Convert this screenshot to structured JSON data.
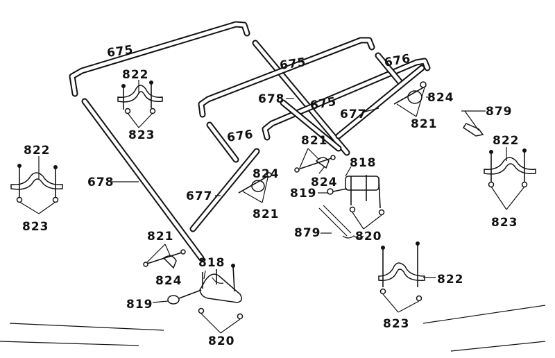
{
  "labels": {
    "l675a": "675",
    "l675b": "675",
    "l675c": "675",
    "l676a": "676",
    "l676b": "676",
    "l677a": "677",
    "l677b": "677",
    "l678a": "678",
    "l678b": "678",
    "l818a": "818",
    "l818b": "818",
    "l819a": "819",
    "l819b": "819",
    "l820a": "820",
    "l820b": "820",
    "l821a": "821",
    "l821b": "821",
    "l821c": "821",
    "l821d": "821",
    "l822a": "822",
    "l822b": "822",
    "l822c": "822",
    "l822d": "822",
    "l823a": "823",
    "l823b": "823",
    "l823c": "823",
    "l823d": "823",
    "l824a": "824",
    "l824b": "824",
    "l824c": "824",
    "l824d": "824",
    "l879a": "879",
    "l879b": "879"
  }
}
